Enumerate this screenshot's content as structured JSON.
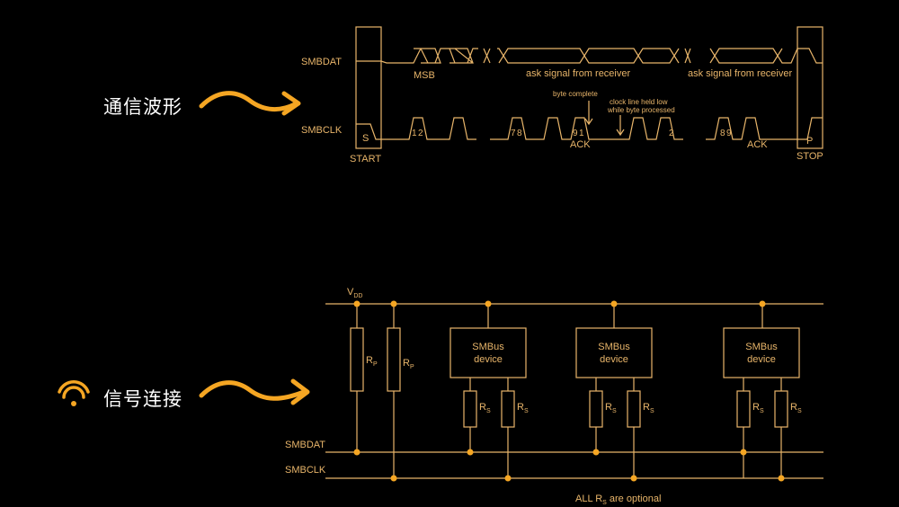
{
  "slide": {
    "colors": {
      "background": "#000000",
      "accent": "#F5A623",
      "line": "#E8B56A",
      "text": "#ffffff"
    },
    "heading_waveform": "通信波形",
    "heading_connection": "信号连接",
    "icons": {
      "arrow": "wavy-arrow-icon",
      "wifi": "wifi-icon"
    }
  },
  "waveform": {
    "smbdat_label": "SMBDAT",
    "smbclk_label": "SMBCLK",
    "msb": "MSB",
    "ack_signal_1": "ask signal from receiver",
    "ack_signal_2": "ask signal from receiver",
    "byte_complete": "byte complete",
    "clock_held_1": "clock line held low",
    "clock_held_2": "while byte processed",
    "bits": [
      "1",
      "2",
      "7",
      "8",
      "9",
      "1",
      "2",
      "8",
      "9"
    ],
    "start_symbol": "S",
    "stop_symbol": "P",
    "start_label": "START",
    "stop_label": "STOP",
    "ack_1": "ACK",
    "ack_2": "ACK"
  },
  "circuit": {
    "vdd": "V",
    "vdd_sub": "DD",
    "rp": "R",
    "rp_sub": "P",
    "rs": "R",
    "rs_sub": "S",
    "device_line1": "SMBus",
    "device_line2": "device",
    "smbdat_label": "SMBDAT",
    "smbclk_label": "SMBCLK",
    "note_prefix": "ALL R",
    "note_sub": "S",
    "note_suffix": " are optional"
  }
}
